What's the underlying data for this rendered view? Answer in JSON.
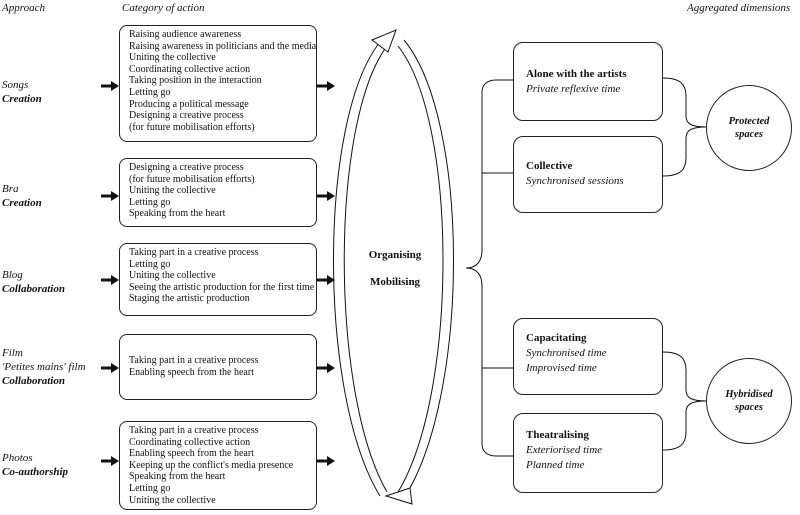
{
  "headers": {
    "approach": "Approach",
    "category": "Category of action",
    "aggregated": "Aggregated dimensions"
  },
  "approaches": [
    {
      "name": "Songs",
      "mode": "Creation",
      "actions": [
        "Raising audience awareness",
        "Raising awareness in politicians and the media",
        "Uniting the collective",
        "Coordinating collective action",
        "Taking position in the interaction",
        "Letting go",
        "Producing a political message",
        "Designing a creative process",
        "(for future mobilisation efforts)"
      ]
    },
    {
      "name": "Bra",
      "mode": "Creation",
      "actions": [
        "Designing a creative process",
        "(for future mobilisation efforts)",
        "Uniting the collective",
        "Letting go",
        "Speaking from the heart"
      ]
    },
    {
      "name": "Blog",
      "mode": "Collaboration",
      "actions": [
        "Taking part in a creative process",
        "Letting go",
        "Uniting the collective",
        "Seeing the artistic production for the first time",
        "Staging the artistic production"
      ]
    },
    {
      "name": "Film",
      "name2": "'Petites mains' film",
      "mode": "Collaboration",
      "actions": [
        "Taking part in a creative process",
        "Enabling speech from the heart"
      ]
    },
    {
      "name": "Photos",
      "mode": "Co-authorship",
      "actions": [
        "Taking part in a creative process",
        "Coordinating collective action",
        "Enabling speech from the heart",
        "Keeping up the conflict's media presence",
        "Speaking from the heart",
        "Letting go",
        "Uniting the collective"
      ]
    }
  ],
  "center": {
    "line1": "Organising",
    "line2": "Mobilising"
  },
  "dimensions": [
    {
      "title": "Alone with the artists",
      "subs": [
        "Private reflexive time"
      ]
    },
    {
      "title": "Collective",
      "subs": [
        "Synchronised sessions"
      ]
    },
    {
      "title": "Capacitating",
      "subs": [
        "Synchronised time",
        "Improvised time"
      ]
    },
    {
      "title": "Theatralising",
      "subs": [
        "Exteriorised time",
        "Planned time"
      ]
    }
  ],
  "aggregates": [
    {
      "line1": "Protected",
      "line2": "spaces"
    },
    {
      "line1": "Hybridised",
      "line2": "spaces"
    }
  ]
}
